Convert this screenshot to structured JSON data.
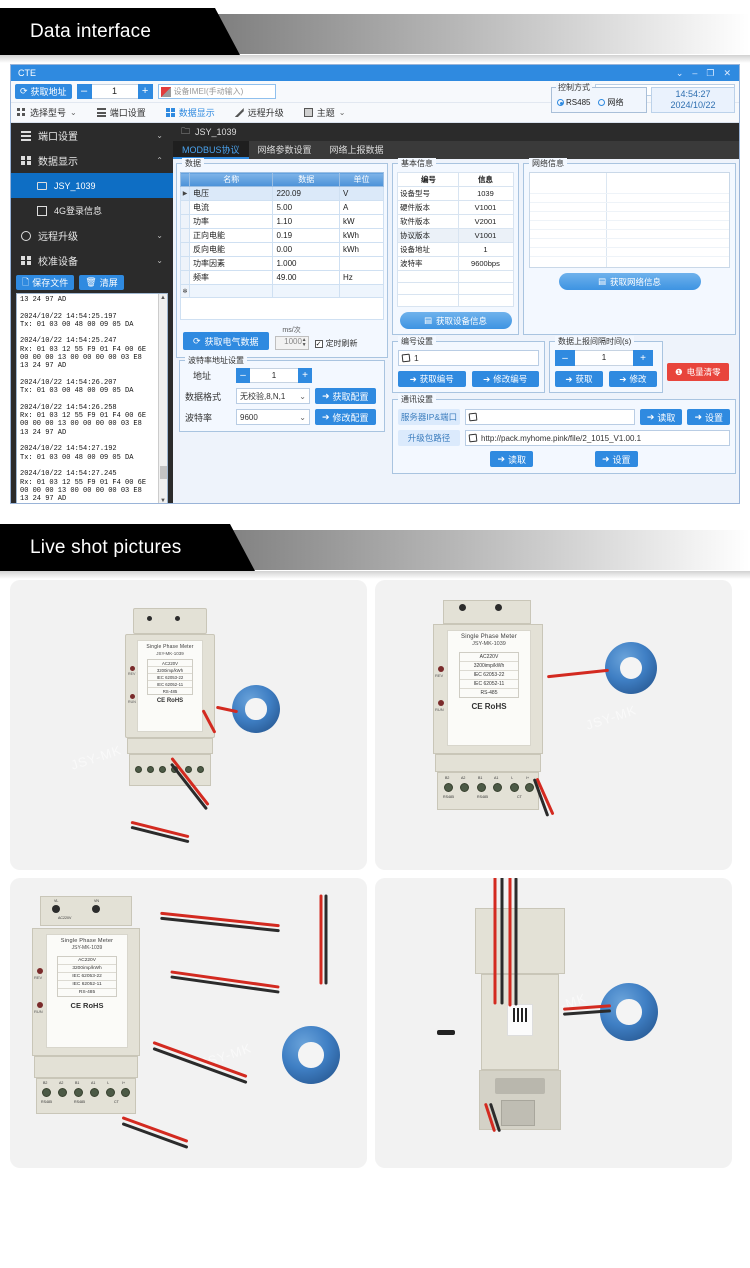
{
  "sections": {
    "banner1": "Data interface",
    "banner2": "Live shot pictures"
  },
  "app": {
    "title": "CTE",
    "titlebar_buttons": [
      "chevron-down",
      "minimize",
      "maximize",
      "close"
    ],
    "toolbar": {
      "get_address_label": "获取地址",
      "address_value": "1",
      "minus": "–",
      "plus": "+",
      "imei_placeholder": "设备IMEI(手动输入)",
      "imei_value": ""
    },
    "tabs": [
      {
        "label": "选择型号",
        "icon": "grid-icon",
        "caret": "⌄",
        "active": false
      },
      {
        "label": "端口设置",
        "icon": "list-icon",
        "caret": "",
        "active": false
      },
      {
        "label": "数据显示",
        "icon": "window-icon",
        "caret": "",
        "active": true
      },
      {
        "label": "远程升级",
        "icon": "upload-icon",
        "caret": "",
        "active": false
      },
      {
        "label": "主题",
        "icon": "image-icon",
        "caret": "⌄",
        "active": false
      }
    ],
    "control_mode": {
      "legend": "控制方式",
      "options": [
        {
          "label": "RS485",
          "selected": true
        },
        {
          "label": "网络",
          "selected": false
        }
      ]
    },
    "clock": {
      "time": "14:54:27",
      "date": "2024/10/22"
    }
  },
  "sidebar": {
    "items": [
      {
        "label": "端口设置",
        "icon": "list-icon",
        "caret": "⌄",
        "indent": false,
        "selected": false
      },
      {
        "label": "数据显示",
        "icon": "window-icon",
        "caret": "⌃",
        "indent": false,
        "selected": false
      },
      {
        "label": "JSY_1039",
        "icon": "folder-icon",
        "caret": "",
        "indent": true,
        "selected": true
      },
      {
        "label": "4G登录信息",
        "icon": "table-icon",
        "caret": "",
        "indent": true,
        "selected": false
      },
      {
        "label": "远程升级",
        "icon": "circle-icon",
        "caret": "⌄",
        "indent": false,
        "selected": false
      },
      {
        "label": "校准设备",
        "icon": "window-icon",
        "caret": "⌄",
        "indent": false,
        "selected": false
      }
    ]
  },
  "log": {
    "save_label": "保存文件",
    "clear_label": "清屏",
    "text": "13 24 97 AD\n\n2024/10/22 14:54:25.197\nTx: 01 03 00 48 00 09 05 DA\n\n2024/10/22 14:54:25.247\nRx: 01 03 12 55 F9 01 F4 00 6E\n00 00 00 13 00 00 00 00 03 E8\n13 24 97 AD\n\n2024/10/22 14:54:26.207\nTx: 01 03 00 48 00 09 05 DA\n\n2024/10/22 14:54:26.258\nRx: 01 03 12 55 F9 01 F4 00 6E\n00 00 00 13 00 00 00 00 03 E8\n13 24 97 AD\n\n2024/10/22 14:54:27.192\nTx: 01 03 00 48 00 09 05 DA\n\n2024/10/22 14:54:27.245\nRx: 01 03 12 55 F9 01 F4 00 6E\n00 00 00 13 00 00 00 00 03 E8\n13 24 97 AD"
  },
  "breadcrumb": "JSY_1039",
  "content_tabs": [
    {
      "label": "MODBUS协议",
      "active": true
    },
    {
      "label": "网络参数设置",
      "active": false
    },
    {
      "label": "网络上报数据",
      "active": false
    }
  ],
  "data_panel": {
    "legend": "数据",
    "headers": [
      "名称",
      "数据",
      "单位"
    ],
    "rows": [
      {
        "name": "电压",
        "value": "220.09",
        "unit": "V"
      },
      {
        "name": "电流",
        "value": "5.00",
        "unit": "A"
      },
      {
        "name": "功率",
        "value": "1.10",
        "unit": "kW"
      },
      {
        "name": "正向电能",
        "value": "0.19",
        "unit": "kWh"
      },
      {
        "name": "反向电能",
        "value": "0.00",
        "unit": "kWh"
      },
      {
        "name": "功率因素",
        "value": "1.000",
        "unit": ""
      },
      {
        "name": "频率",
        "value": "49.00",
        "unit": "Hz"
      }
    ],
    "acquire_button": "获取电气数据",
    "interval_label": "ms/次",
    "interval_value": "1000",
    "auto_refresh_label": "定时刷新",
    "auto_refresh_checked": true
  },
  "baud_panel": {
    "legend": "波特率地址设置",
    "address_label": "地址",
    "address_value": "1",
    "format_label": "数据格式",
    "format_value": "无校验,8,N,1",
    "baud_label": "波特率",
    "baud_value": "9600",
    "get_config": "获取配置",
    "set_config": "修改配置"
  },
  "basic_info": {
    "legend": "基本信息",
    "headers": [
      "编号",
      "信息"
    ],
    "rows": [
      {
        "key": "设备型号",
        "value": "1039"
      },
      {
        "key": "硬件版本",
        "value": "V1001"
      },
      {
        "key": "软件版本",
        "value": "V2001"
      },
      {
        "key": "协议版本",
        "value": "V1001"
      },
      {
        "key": "设备地址",
        "value": "1"
      },
      {
        "key": "波特率",
        "value": "9600bps"
      }
    ],
    "button": "获取设备信息"
  },
  "net_info": {
    "legend": "网络信息",
    "button": "获取网络信息"
  },
  "number_panel": {
    "legend": "编号设置",
    "value": "1",
    "get_button": "获取编号",
    "set_button": "修改编号"
  },
  "interval_panel": {
    "legend": "数据上报间隔时间(s)",
    "value": "1",
    "minus": "–",
    "plus": "+",
    "get_button": "获取",
    "set_button": "修改"
  },
  "reset_button": "电量清零",
  "comm_panel": {
    "legend": "通讯设置",
    "server_label": "服务器IP&端口",
    "server_value": "",
    "server_read": "读取",
    "server_set": "设置",
    "path_label": "升级包路径",
    "path_value": "http://pack.myhome.pink/file/2_1015_V1.00.1",
    "path_read": "读取",
    "path_set": "设置"
  },
  "product": {
    "title": "Single Phase Meter",
    "model": "JSY-MK-1039",
    "specs": [
      "AC220V",
      "3200imp/kWh",
      "IEC 62053-22",
      "IEC 62052-11",
      "RS-485"
    ],
    "cert": "CE RoHS",
    "leds": [
      "REV",
      "RUN"
    ],
    "top_terminals": [
      "VL",
      "VN"
    ],
    "top_terminal_note": "AC220V",
    "bottom_terminals": [
      "B2",
      "A2",
      "B1",
      "A1",
      "I-",
      "I+"
    ],
    "bottom_groups": [
      "RS485",
      "RS485",
      "CT"
    ],
    "watermark": "JSY-MK"
  },
  "photos": [
    {
      "id": "photo-meter-front-with-ct",
      "view": "front with CT ring"
    },
    {
      "id": "photo-meter-angled-with-ct",
      "view": "angled closeup with CT ring"
    },
    {
      "id": "photo-meter-with-long-cable",
      "view": "meter with coiled cable and CT"
    },
    {
      "id": "photo-meter-back-din-rail",
      "view": "back side DIN rail with cable and CT"
    }
  ],
  "colors": {
    "accent": "#2f8ae0",
    "danger": "#e8453c",
    "sidebar": "#2b2b2b",
    "panel_bg": "#eef3fb",
    "ct_blue": "#3f7fc4"
  }
}
